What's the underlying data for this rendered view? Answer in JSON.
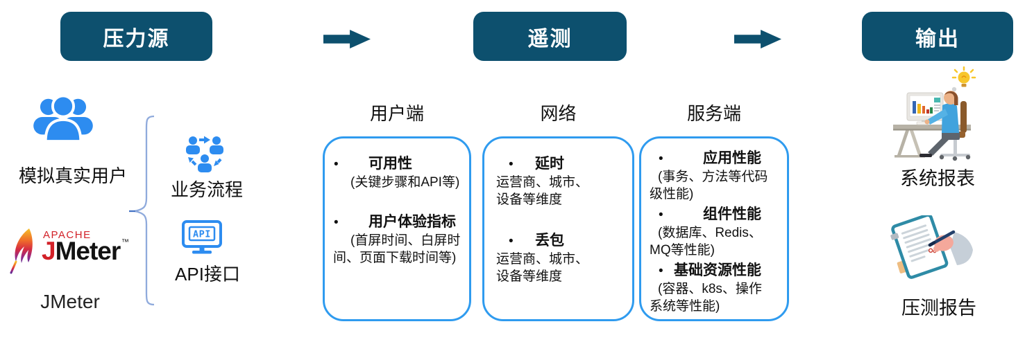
{
  "stages": {
    "source": "压力源",
    "telemetry": "遥测",
    "output": "输出"
  },
  "source": {
    "user_label": "模拟真实用户",
    "jmeter_caption": "JMeter",
    "logo": {
      "apache": "APACHE",
      "j": "J",
      "meter": "Meter",
      "tm": "™"
    },
    "api_icon_text": "API",
    "branches": [
      {
        "label": "业务流程"
      },
      {
        "label": "API接口"
      }
    ]
  },
  "telemetry": {
    "bullet": "•",
    "columns": [
      {
        "title": "用户端",
        "items": [
          {
            "name": "可用性",
            "desc": "(关键步骤和API等)"
          },
          {
            "name": "用户体验指标",
            "desc": "(首屏时间、白屏时间、页面下载时间等)"
          }
        ]
      },
      {
        "title": "网络",
        "items": [
          {
            "name": "延时",
            "desc": "运营商、城市、设备等维度"
          },
          {
            "name": "丢包",
            "desc": "运营商、城市、设备等维度"
          }
        ]
      },
      {
        "title": "服务端",
        "items": [
          {
            "name": "应用性能",
            "desc": "(事务、方法等代码级性能)"
          },
          {
            "name": "组件性能",
            "desc": "(数据库、Redis、MQ等性能)"
          },
          {
            "name": "基础资源性能",
            "desc": "(容器、k8s、操作系统等性能)"
          }
        ]
      }
    ]
  },
  "output": {
    "items": [
      {
        "label": "系统报表"
      },
      {
        "label": "压测报告"
      }
    ]
  },
  "colors": {
    "stage_box": "#0d506e",
    "panel_border": "#2f9bef",
    "icon_blue": "#2d8cf0",
    "brace": "#8faadc",
    "brace_tip": "#4472c4",
    "jmeter_red": "#d22128"
  }
}
